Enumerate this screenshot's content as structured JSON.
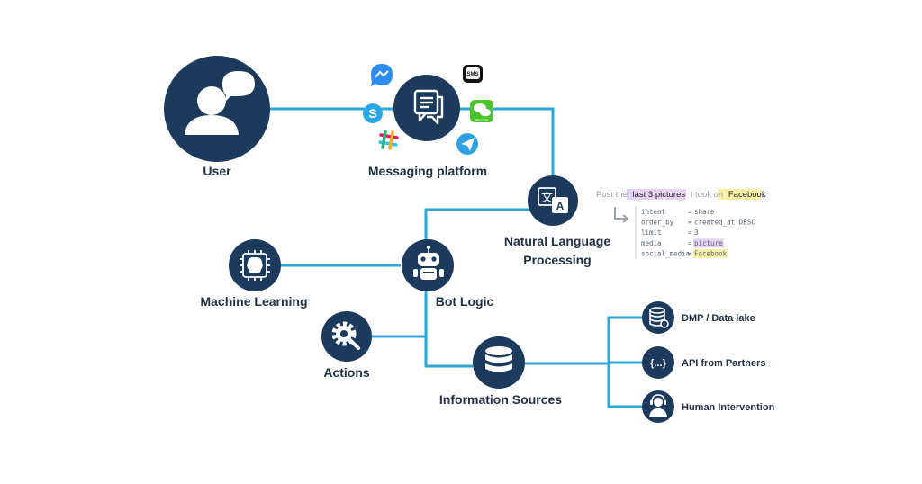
{
  "colors": {
    "navy": "#1b3a5c",
    "line": "#2aa7d8",
    "highlight_purple": "#e6d2f5",
    "highlight_yellow": "#fbf0a8"
  },
  "nodes": {
    "user": "User",
    "messaging": "Messaging platform",
    "nlp_line1": "Natural Language",
    "nlp_line2": "Processing",
    "ml": "Machine Learning",
    "bot_logic": "Bot Logic",
    "actions": "Actions",
    "info_sources": "Information Sources"
  },
  "sources": {
    "dmp": "DMP / Data lake",
    "api": "API from Partners",
    "human": "Human Intervention"
  },
  "api_icon_text": "{...}",
  "sms_label": "SMS",
  "wechat_label": "WeChat",
  "nlp_example": {
    "prefix": "Post the",
    "hl1": "last 3 pictures",
    "middle": "I took on",
    "hl2": "Facebook",
    "fields": [
      {
        "key": "intent",
        "value": "share",
        "hl": false
      },
      {
        "key": "order_by",
        "value": "created_at DESC",
        "hl": false
      },
      {
        "key": "limit",
        "value": "3",
        "hl": false
      },
      {
        "key": "media",
        "value": "picture",
        "hl": true
      },
      {
        "key": "social_media",
        "value": "Facebook",
        "hl": true
      }
    ]
  }
}
